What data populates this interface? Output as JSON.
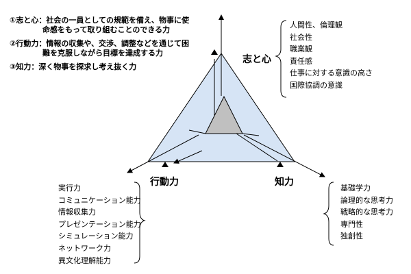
{
  "definitions": [
    {
      "line1": "①志と心：社会の一員としての規範を備え、物事に使",
      "line2": "命感をもって取り組むことのできる力"
    },
    {
      "line1": "②行動力：情報の収集や、交渉、調整などを通じて困",
      "line2": "難を克服しながら目標を達成する力"
    },
    {
      "line1": "③知力：深く物事を探求し考え抜く力",
      "line2": ""
    }
  ],
  "vertices": {
    "heart": {
      "label": "志と心",
      "items": [
        "人間性、倫理観",
        "社会性",
        "職業観",
        "責任感",
        "仕事に対する意識の高さ",
        "国際協調の意識"
      ]
    },
    "action": {
      "label": "行動力",
      "items": [
        "実行力",
        "コミュニケーション能力",
        "情報収集力",
        "プレゼンテーション能力",
        "シミュレーション能力",
        "ネットワーク力",
        "異文化理解能力"
      ]
    },
    "intellect": {
      "label": "知力",
      "items": [
        "基礎学力",
        "論理的な思考力",
        "戦略的な思考力",
        "専門性",
        "独創性"
      ]
    }
  },
  "colors": {
    "triangle_fill": "#d6e4f5",
    "center_fill": "#c0c0c0",
    "line": "#000000"
  }
}
